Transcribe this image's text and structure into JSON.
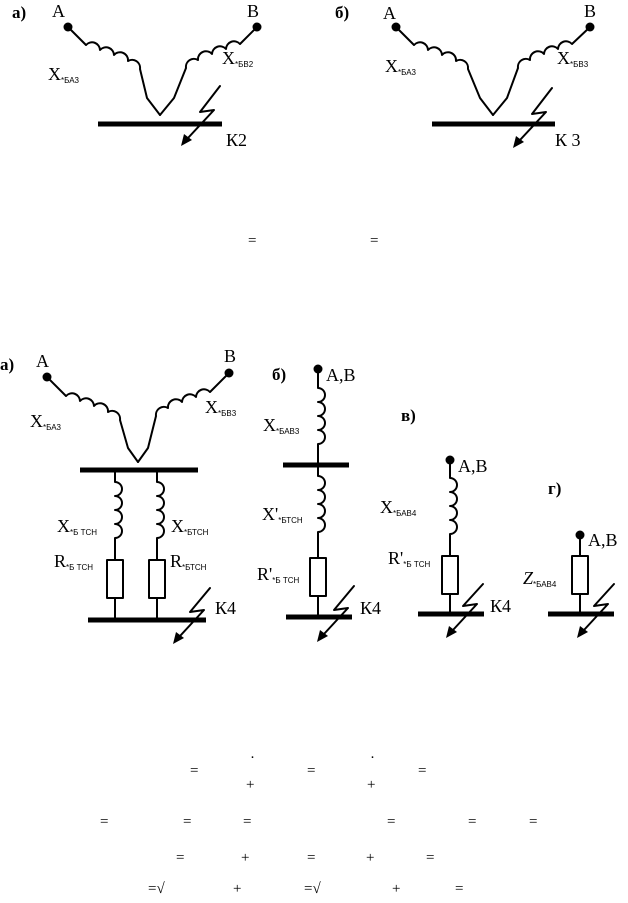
{
  "fig1": {
    "a": {
      "label": "а)",
      "node_a": "A",
      "node_b": "B",
      "x_main": "X",
      "x_a_sub": "*БА3",
      "x_b_sub": "*БВ2",
      "fault": "К2"
    },
    "b": {
      "label": "б)",
      "node_a": "A",
      "node_b": "B",
      "x_main": "X",
      "x_a_sub": "*БА3",
      "x_b_sub": "*БВ3",
      "fault": "К 3"
    }
  },
  "eq1": {
    "eq_sign_1": "=",
    "eq_sign_2": "="
  },
  "fig2": {
    "a": {
      "label": "а)",
      "node_a": "A",
      "node_b": "B",
      "x_main": "X",
      "x_a_sub": "*БА3",
      "x_b_sub": "*БВ3",
      "x_t1_sub": "*Б ТСН",
      "x_t2_sub": "*БТСН",
      "r_main": "R",
      "r_t1_sub": "*Б ТСН",
      "r_t2_sub": "*БТСН",
      "fault": "К4"
    },
    "b": {
      "label": "б)",
      "node": "A,B",
      "x_main": "X",
      "x_sub": "*БАВ3",
      "xp_main": "X'",
      "xp_sub": "*БТСН",
      "rp_main": "R'",
      "rp_sub": "*Б ТСН",
      "fault": "К4"
    },
    "c": {
      "label": "в)",
      "node": "A,B",
      "x_main": "X",
      "x_sub": "*БАВ4",
      "rp_main": "R'",
      "rp_sub": "*Б ТСН",
      "fault": "К4"
    },
    "d": {
      "label": "г)",
      "node": "A,B",
      "z_main": "Z",
      "z_sub": "*БАВ4"
    }
  },
  "eq2": {
    "r1": [
      "=",
      "·",
      "=",
      "·",
      "="
    ],
    "r1b": [
      "+",
      "+"
    ],
    "r2": [
      "=",
      "=",
      "=",
      "=",
      "=",
      "="
    ],
    "r3": [
      "=",
      "+",
      "=",
      "+",
      "="
    ],
    "r4": [
      "=√",
      "+",
      "=√",
      "+",
      "="
    ]
  }
}
